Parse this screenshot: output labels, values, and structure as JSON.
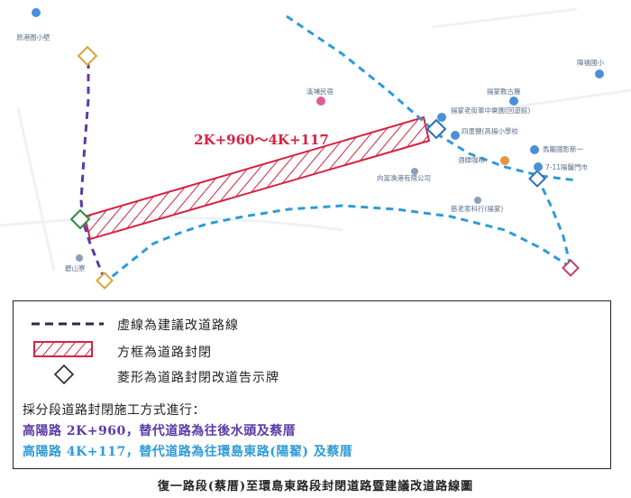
{
  "map": {
    "segment_label": "2K+960～4K+117",
    "colors": {
      "purple_route": "#5b3aa8",
      "blue_route": "#2e9bd6",
      "closure": "#d5233f",
      "sign_green": "#2e8b3e",
      "sign_orange": "#e0a23a",
      "sign_blue": "#2a6fb5",
      "sign_pink": "#c23b6b"
    },
    "pois": [
      {
        "name": "昂港圈小壁",
        "icon": "pin-icon"
      },
      {
        "name": "溪埔民宿",
        "icon": "pin-icon"
      },
      {
        "name": "揚蒙老街軍中樂園(回遊館)",
        "icon": "pin-icon"
      },
      {
        "name": "揚蒙教古雁",
        "icon": "pin-icon"
      },
      {
        "name": "四墨鹽(高揚小學校",
        "icon": "pin-icon"
      },
      {
        "name": "馬籠國影新一",
        "icon": "pin-icon"
      },
      {
        "name": "陣福國小",
        "icon": "pin-icon"
      },
      {
        "name": "酒肆咖啡",
        "icon": "pin-icon"
      },
      {
        "name": "7-11陽醫門市",
        "icon": "pin-icon"
      },
      {
        "name": "向富漁港有限公司",
        "icon": "pin-icon"
      },
      {
        "name": "慈老家科行(揚蒙)",
        "icon": "pin-icon"
      },
      {
        "name": "碧山寮",
        "icon": "pin-icon"
      }
    ]
  },
  "legend": {
    "items": [
      {
        "label": "虛線為建議改道路線"
      },
      {
        "label": "方框為道路封閉"
      },
      {
        "label": "菱形為道路封閉改道告示牌"
      }
    ],
    "notes": {
      "heading": "採分段道路封閉施工方式進行：",
      "line1": "高陽路 2K+960，替代道路為往後水頭及蔡厝",
      "line2": "高陽路 4K+117，替代道路為往環島東路(陽翟) 及蔡厝"
    }
  },
  "caption": "復一路段(蔡厝)至環島東路段封閉道路暨建議改道路線圖"
}
